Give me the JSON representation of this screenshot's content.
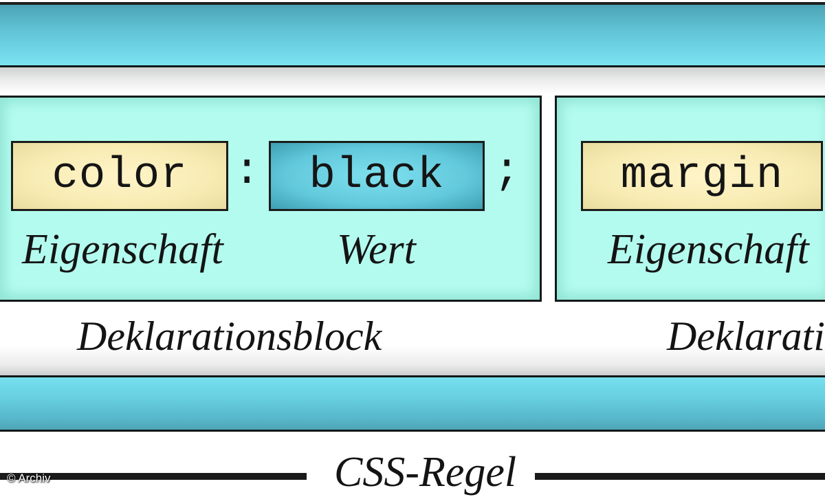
{
  "diagram": {
    "title": "CSS-Regel",
    "declarations": [
      {
        "property": "color",
        "separator": ":",
        "value": "black",
        "terminator": ";",
        "property_label": "Eigenschaft",
        "value_label": "Wert",
        "block_label": "Deklarationsblock"
      },
      {
        "property": "margin",
        "property_label": "Eigenschaft",
        "block_label": "Deklarati"
      }
    ],
    "watermark": "© Archiv"
  },
  "colors": {
    "rule_band": "#5fc2d4",
    "declaration_fill": "#b3fbef",
    "property_fill": "#f8ecb4",
    "value_fill": "#62c9dc",
    "border": "#141a19"
  }
}
